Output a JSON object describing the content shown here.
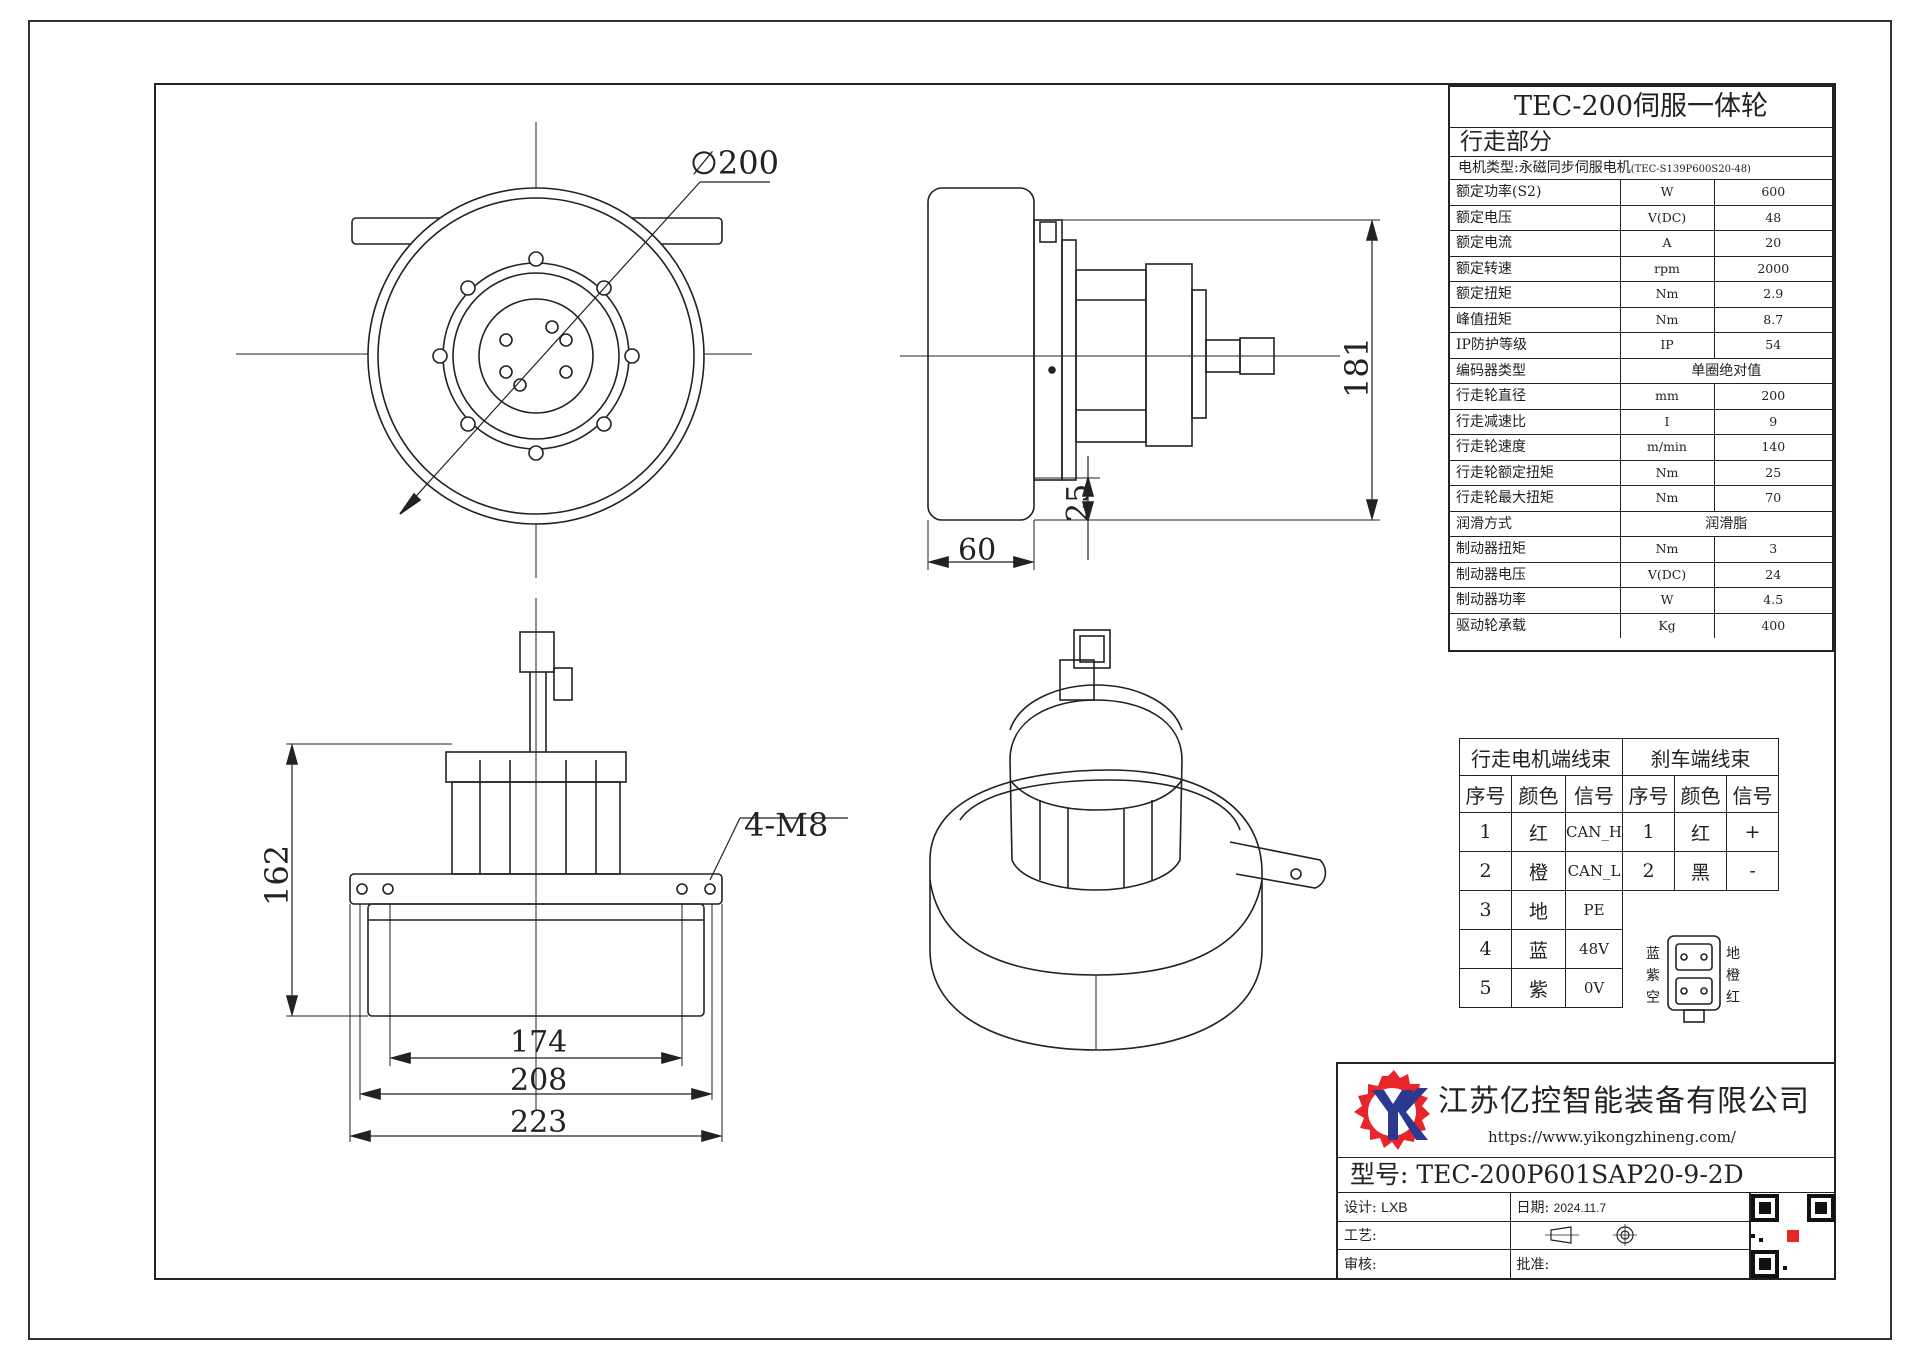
{
  "spec": {
    "title": "TEC-200伺服一体轮",
    "section": "行走部分",
    "motor_type_label": "电机类型:永磁同步伺服电机",
    "motor_type_code": "(TEC-S139P600S20-48)",
    "rows": [
      {
        "name": "额定功率(S2)",
        "unit": "W",
        "value": "600"
      },
      {
        "name": "额定电压",
        "unit": "V(DC)",
        "value": "48"
      },
      {
        "name": "额定电流",
        "unit": "A",
        "value": "20"
      },
      {
        "name": "额定转速",
        "unit": "rpm",
        "value": "2000"
      },
      {
        "name": "额定扭矩",
        "unit": "Nm",
        "value": "2.9"
      },
      {
        "name": "峰值扭矩",
        "unit": "Nm",
        "value": "8.7"
      },
      {
        "name": "IP防护等级",
        "unit": "IP",
        "value": "54"
      },
      {
        "name": "编码器类型",
        "span": "单圈绝对值"
      },
      {
        "name": "行走轮直径",
        "unit": "mm",
        "value": "200"
      },
      {
        "name": "行走减速比",
        "unit": "I",
        "value": "9"
      },
      {
        "name": "行走轮速度",
        "unit": "m/min",
        "value": "140"
      },
      {
        "name": "行走轮额定扭矩",
        "unit": "Nm",
        "value": "25"
      },
      {
        "name": "行走轮最大扭矩",
        "unit": "Nm",
        "value": "70"
      },
      {
        "name": "润滑方式",
        "span": "润滑脂"
      },
      {
        "name": "制动器扭矩",
        "unit": "Nm",
        "value": "3"
      },
      {
        "name": "制动器电压",
        "unit": "V(DC)",
        "value": "24"
      },
      {
        "name": "制动器功率",
        "unit": "W",
        "value": "4.5"
      },
      {
        "name": "驱动轮承载",
        "unit": "Kg",
        "value": "400"
      }
    ]
  },
  "wiring": {
    "motor_title": "行走电机端线束",
    "brake_title": "刹车端线束",
    "col_no": "序号",
    "col_color": "颜色",
    "col_signal": "信号",
    "motor_rows": [
      {
        "no": "1",
        "color": "红",
        "signal": "CAN_H"
      },
      {
        "no": "2",
        "color": "橙",
        "signal": "CAN_L"
      },
      {
        "no": "3",
        "color": "地",
        "signal": "PE"
      },
      {
        "no": "4",
        "color": "蓝",
        "signal": "48V"
      },
      {
        "no": "5",
        "color": "紫",
        "signal": "0V"
      }
    ],
    "brake_rows": [
      {
        "no": "1",
        "color": "红",
        "signal": "+"
      },
      {
        "no": "2",
        "color": "黑",
        "signal": "-"
      }
    ],
    "connector_labels": {
      "left1": "蓝",
      "left2": "紫",
      "left3": "空",
      "right1": "地",
      "right2": "橙",
      "right3": "红"
    }
  },
  "dimensions": {
    "diameter": "∅200",
    "height_side": "181",
    "offset_side": "25",
    "width_side": "60",
    "height_front": "162",
    "bolt": "4-M8",
    "width1": "174",
    "width2": "208",
    "width3": "223"
  },
  "titleblock": {
    "company": "江苏亿控智能装备有限公司",
    "url": "https://www.yikongzhineng.com/",
    "model_label": "型号:",
    "model": "TEC-200P601SAP20-9-2D",
    "design_label": "设计:",
    "design_value": "LXB",
    "date_label": "日期:",
    "date_value": "2024.11.7",
    "process_label": "工艺:",
    "review_label": "审核:",
    "approve_label": "批准:"
  },
  "colors": {
    "logo_red": "#e8262a",
    "logo_blue": "#2b3a8f",
    "line": "#222222"
  }
}
